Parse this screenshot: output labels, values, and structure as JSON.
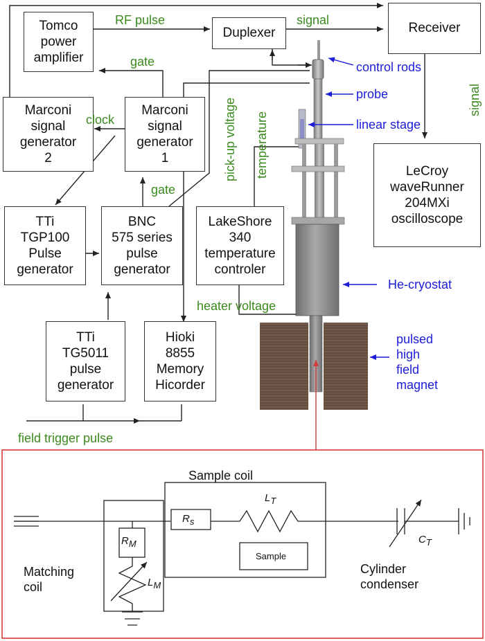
{
  "boxes": {
    "tomco": "Tomco\npower\namplifier",
    "duplexer": "Duplexer",
    "receiver": "Receiver",
    "marconi2": "Marconi\nsignal\ngenerator\n2",
    "marconi1": "Marconi\nsignal\ngenerator\n1",
    "lecroy": "LeCroy\nwaveRunner\n204MXi\noscilloscope",
    "tti_tgp100": "TTi\nTGP100\nPulse\ngenerator",
    "bnc": "BNC\n575 series\npulse\ngenerator",
    "lakeshore": "LakeShore\n340\ntemperature\ncontroler",
    "tti_tg5011": "TTi\nTG5011\npulse\ngenerator",
    "hioki": "Hioki\n8855\nMemory\nHicorder"
  },
  "green_labels": {
    "rf_pulse": "RF pulse",
    "signal_top": "signal",
    "gate_top": "gate",
    "clock": "clock",
    "gate_mid": "gate",
    "pickup_voltage": "pick-up voltage",
    "temperature": "temperature",
    "signal_right": "signal",
    "heater_voltage": "heater voltage",
    "field_trigger": "field trigger pulse"
  },
  "blue_labels": {
    "control_rods": "control rods",
    "probe": "probe",
    "linear_stage": "linear stage",
    "he_cryostat": "He-cryostat",
    "magnet": "pulsed\nhigh\nfield\nmagnet"
  },
  "circuit": {
    "sample_coil_title": "Sample coil",
    "rs": "R",
    "rs_sub": "s",
    "lt": "L",
    "lt_sub": "T",
    "sample": "Sample",
    "ct": "C",
    "ct_sub": "T",
    "rm": "R",
    "rm_sub": "M",
    "lm": "L",
    "lm_sub": "M",
    "matching_coil": "Matching\ncoil",
    "cylinder_condenser": "Cylinder\ncondenser"
  },
  "colors": {
    "green_text": "#3c8a1e",
    "blue_text": "#1c1cd9",
    "frame_red": "#d43b3b",
    "cryostat_gray": "#8a8a8a",
    "magnet_brown": "#6b5443"
  }
}
